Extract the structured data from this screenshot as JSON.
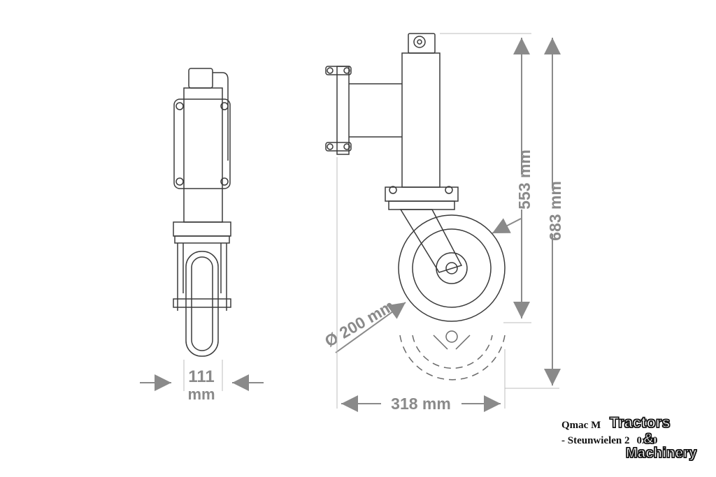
{
  "dimensions": {
    "width": {
      "value": "111",
      "unit": "mm"
    },
    "height_wheel": "553 mm",
    "height_total": "683 mm",
    "wheel_diameter": "Ø 200 mm",
    "depth": "318 mm"
  },
  "caption": {
    "line1": "Qmac M",
    "line2": "- Steunwielen 2",
    "line2_suffix": "0x50"
  },
  "watermark": {
    "word1": "Tractors",
    "ampersand": "&",
    "word2": "Machinery"
  },
  "colors": {
    "line": "#3a3a3a",
    "dimension": "#8a8a8a",
    "background": "#ffffff"
  }
}
